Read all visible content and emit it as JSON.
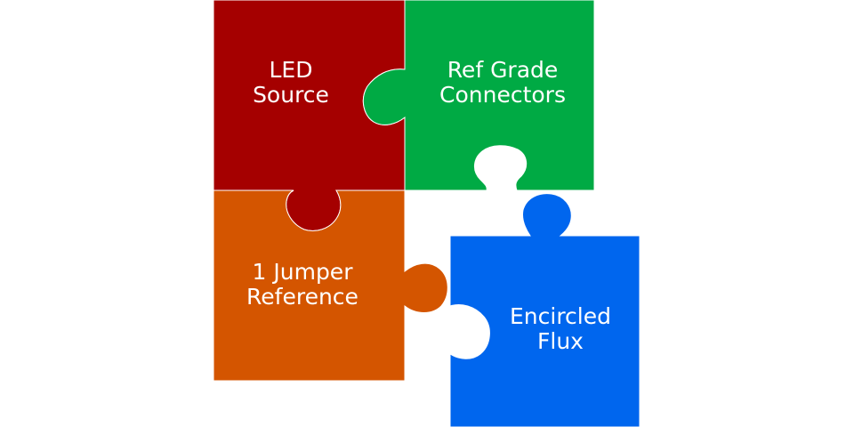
{
  "pieces": [
    {
      "id": "led",
      "lines": [
        "LED",
        "Source"
      ],
      "color": "#a50000"
    },
    {
      "id": "ref",
      "lines": [
        "Ref Grade",
        "Connectors"
      ],
      "color": "#00aa44"
    },
    {
      "id": "jumper",
      "lines": [
        "1 Jumper",
        "Reference"
      ],
      "color": "#d45500"
    },
    {
      "id": "flux",
      "lines": [
        "Encircled",
        "Flux"
      ],
      "color": "#0066ee"
    }
  ]
}
